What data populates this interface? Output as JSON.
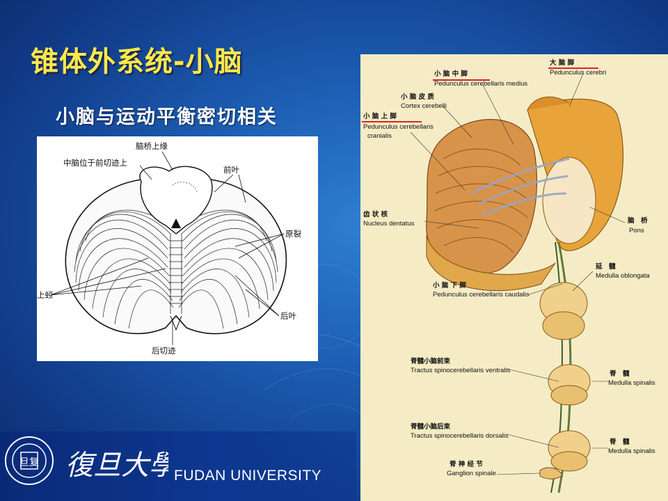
{
  "slide": {
    "title": "锥体外系统-小脑",
    "subtitle": "小脑与运动平衡密切相关"
  },
  "left_diagram": {
    "labels": {
      "pons_upper_edge": "脑桥上缘",
      "midbrain_position": "中脑位于前切迹上",
      "anterior_lobe": "前叶",
      "primary_fissure": "原裂",
      "vermis": "上蚓",
      "posterior_lobe": "后叶",
      "posterior_notch": "后切迹"
    }
  },
  "right_diagram": {
    "labels": {
      "middle_peduncle_cn": "小 脑 中 脚",
      "middle_peduncle_la": "Pedunculus cerebellaris medius",
      "cerebral_peduncle_cn": "大 脑 脚",
      "cerebral_peduncle_la": "Pedunculus cerebri",
      "cortex_cn": "小 脑 皮 质",
      "cortex_la": "Cortex cerebelli",
      "superior_peduncle_cn": "小 脑 上 脚",
      "superior_peduncle_la1": "Pedunculus cerebellaris",
      "superior_peduncle_la2": "cranialis",
      "dentate_cn": "齿 状 核",
      "dentate_la": "Nucleus dentatus",
      "pons_cn": "脑　桥",
      "pons_la": "Pons",
      "medulla_cn": "延　髓",
      "medulla_la": "Medulla oblongata",
      "inferior_peduncle_cn": "小 脑 下 脚",
      "inferior_peduncle_la": "Pedunculus cerebellaris caudalis",
      "spino_ant_cn": "脊髓小脑前束",
      "spino_ant_la": "Tractus spinocerebellaris ventralis",
      "spinal1_cn": "脊　髓",
      "spinal1_la": "Medulla spinalis",
      "spino_post_cn": "脊髓小脑后束",
      "spino_post_la": "Tractus spinocerebellaris dorsalis",
      "spinal2_cn": "脊　髓",
      "spinal2_la": "Medulla spinalis",
      "ganglion_cn": "脊 神 经 节",
      "ganglion_la": "Ganglion spinale"
    }
  },
  "footer": {
    "university_en": "FUDAN UNIVERSITY",
    "seal_text_cn": "旦复",
    "calligraphy_cn": "復旦大學"
  },
  "colors": {
    "title": "#ffe94a",
    "subtitle": "#ffffff",
    "underline_red": "#d8232a"
  }
}
